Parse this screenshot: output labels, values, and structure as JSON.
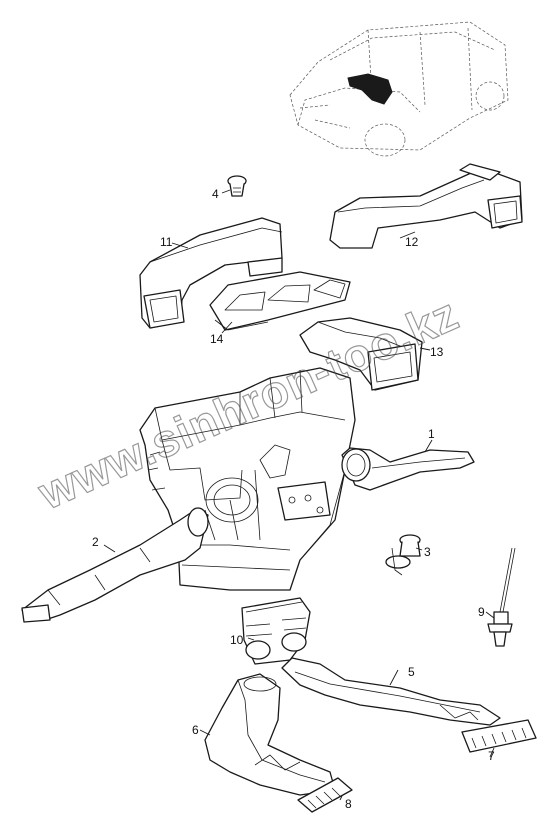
{
  "watermark": "www.sinhron-too.kz",
  "callouts": {
    "p1": "1",
    "p2": "2",
    "p3": "3",
    "p4": "4",
    "p5": "5",
    "p6": "6",
    "p7": "7",
    "p8": "8",
    "p9": "9",
    "p10": "10",
    "p11": "11",
    "p12": "12",
    "p13": "13",
    "p14": "14"
  },
  "icons": {
    "vehicle": "car-location-icon"
  }
}
